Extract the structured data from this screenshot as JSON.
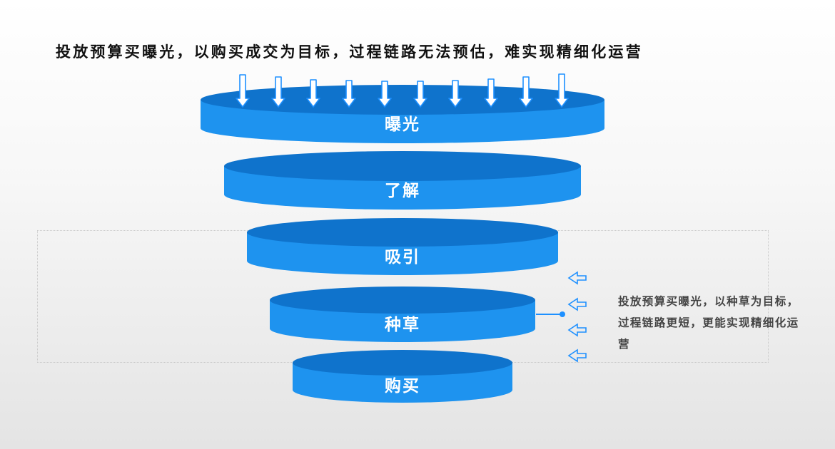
{
  "headline": "投放预算买曝光，以购买成交为目标，过程链路无法预估，难实现精细化运营",
  "colors": {
    "layer_top": "#0f73cc",
    "layer_side": "#1e93ef",
    "arrow": "#1e90ff",
    "connector": "#1e90ff"
  },
  "funnel": {
    "layers": [
      {
        "label": "曝光"
      },
      {
        "label": "了解"
      },
      {
        "label": "吸引"
      },
      {
        "label": "种草"
      },
      {
        "label": "购买"
      }
    ]
  },
  "annotation": {
    "text": "投放预算买曝光，以种草为目标，过程链路更短，更能实现精细化运营"
  },
  "icons": {
    "down_arrow": "down-arrow-icon",
    "left_arrow": "left-arrow-icon"
  }
}
